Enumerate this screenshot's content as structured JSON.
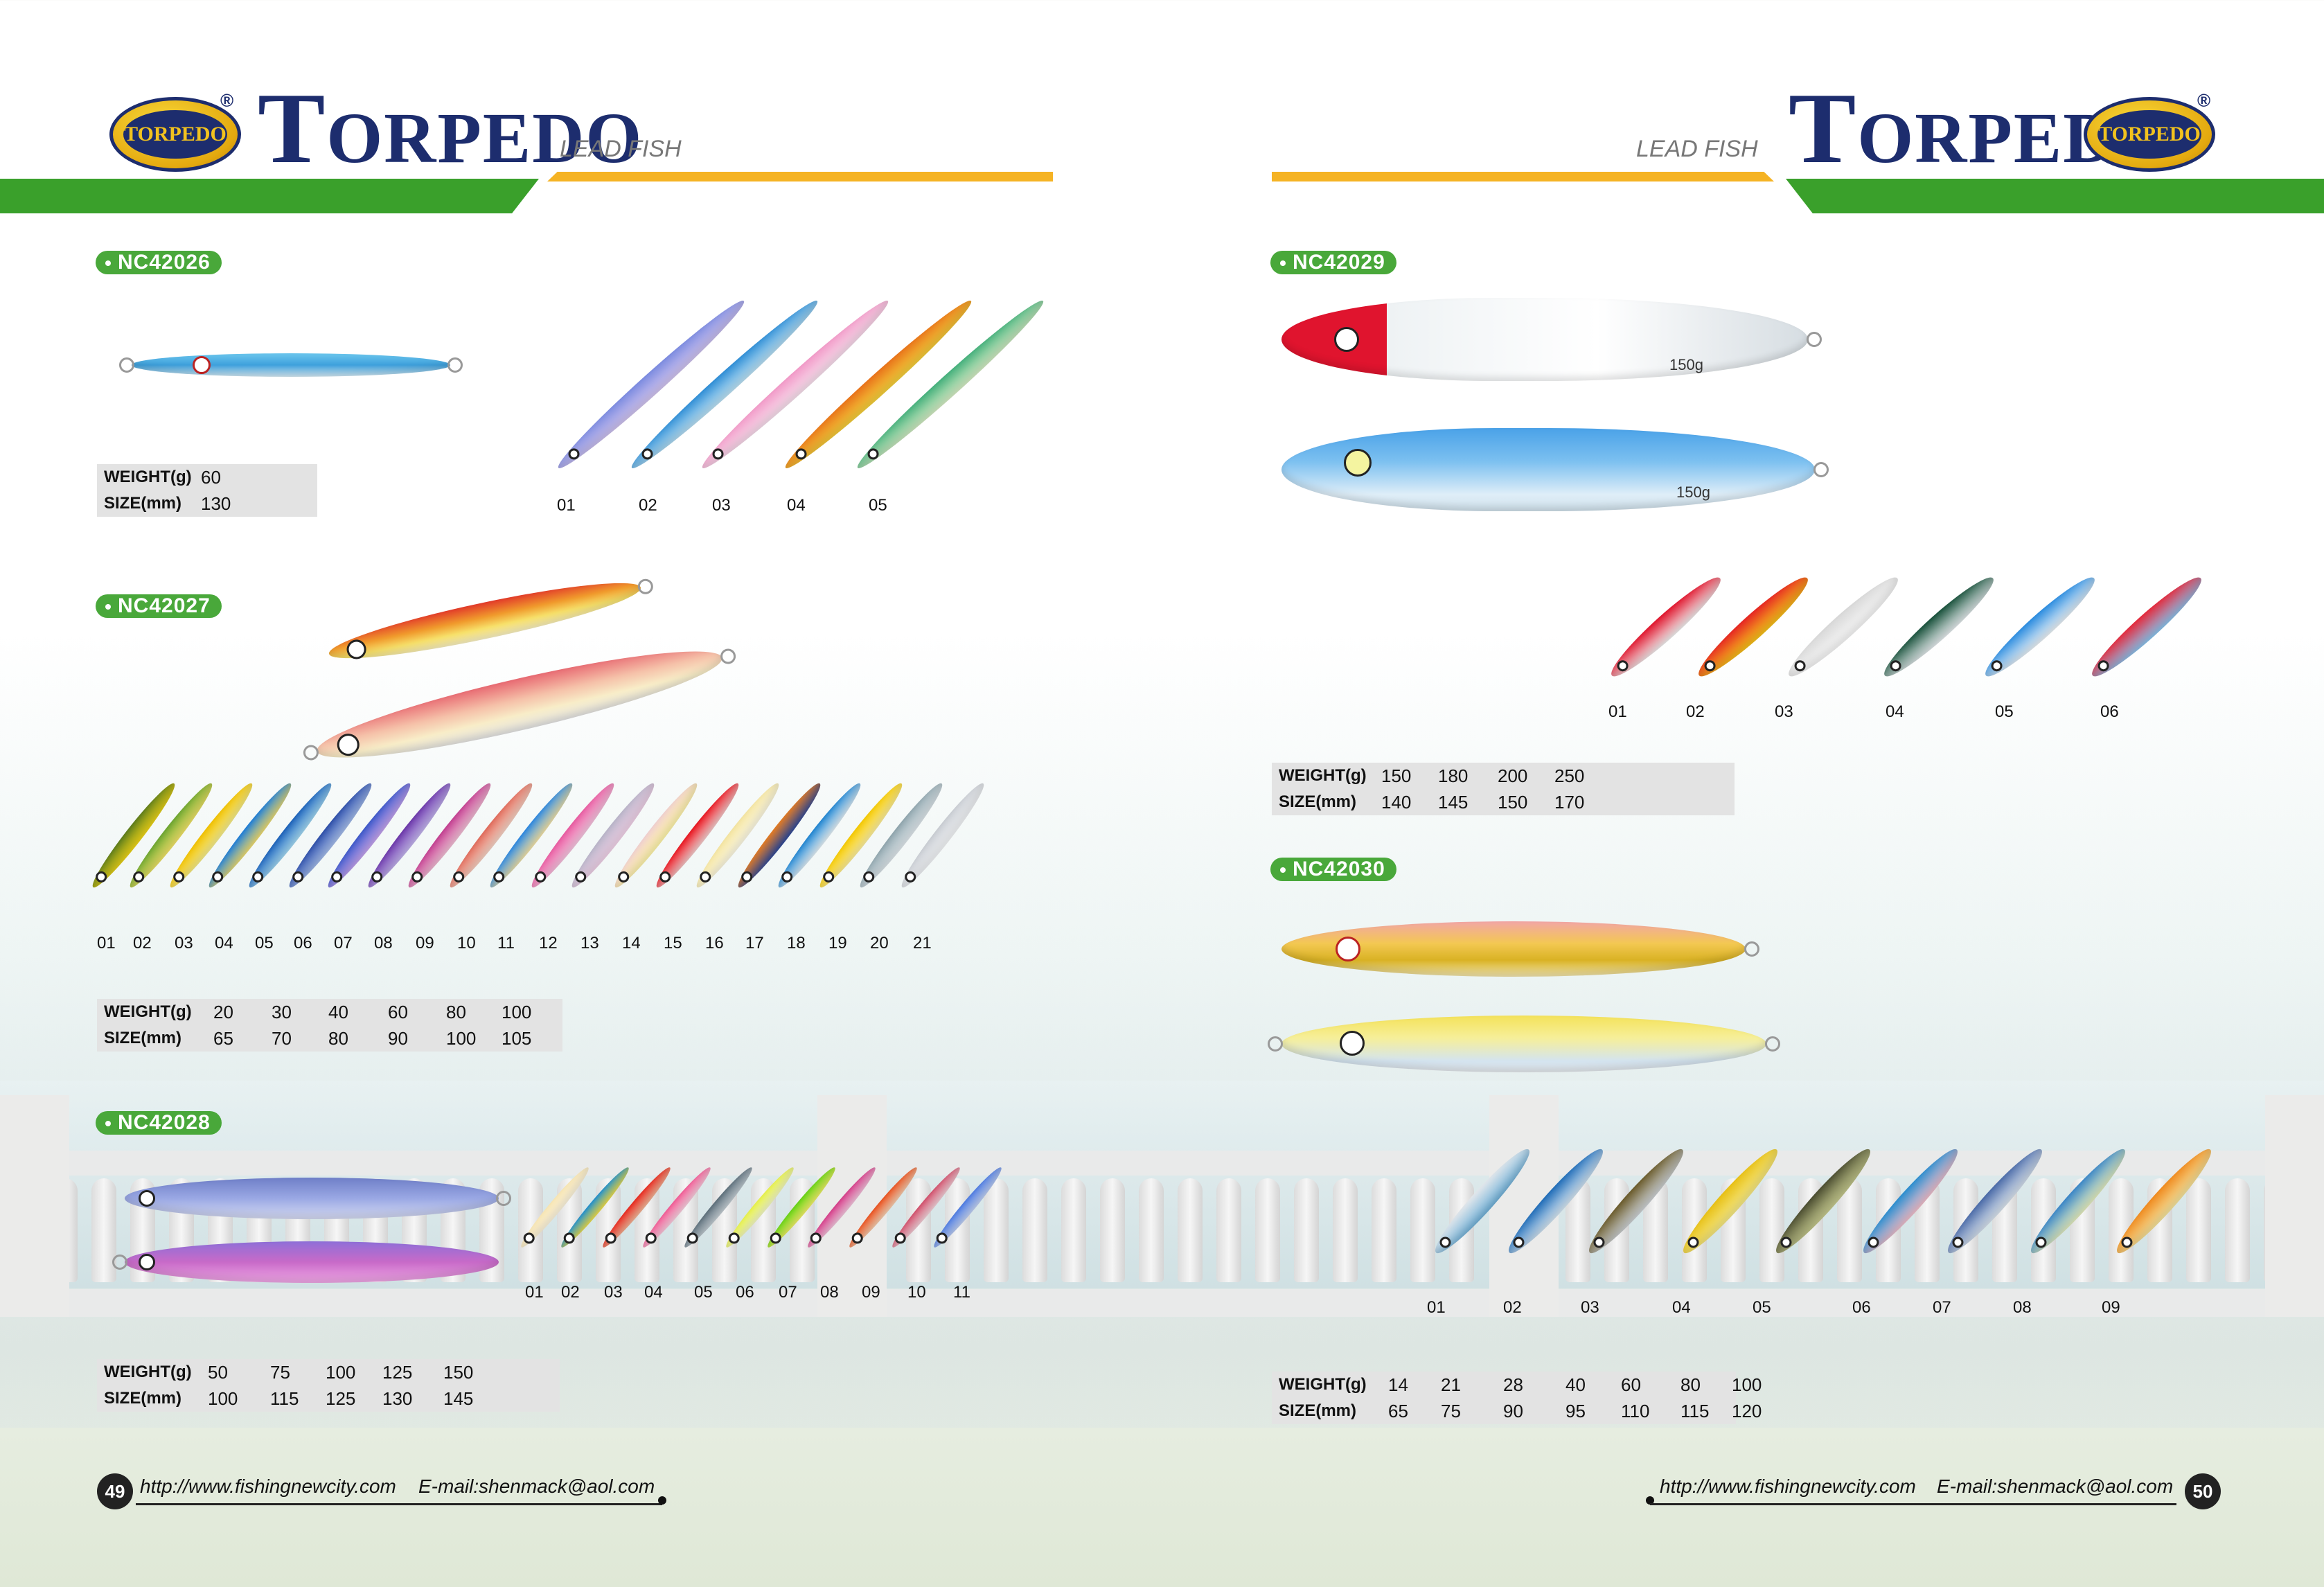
{
  "left_page": {
    "badge_text": "TORPEDO",
    "brand_first": "T",
    "brand_rest": "ORPEDO",
    "subtitle": "LEAD FISH",
    "page_number": "49",
    "website": "http://www.fishingnewcity.com",
    "email": "E-mail:shenmack@aol.com"
  },
  "right_page": {
    "badge_text": "TORPEDO",
    "brand_first": "T",
    "brand_rest": "ORPEDO",
    "subtitle": "LEAD FISH",
    "page_number": "50",
    "website": "http://www.fishingnewcity.com",
    "email": "E-mail:shenmack@aol.com"
  },
  "registered_mark": "®",
  "weight_label": "WEIGHT(g)",
  "size_label": "SIZE(mm)",
  "lure_weight_mark": "150g",
  "products": {
    "nc42026": {
      "code": "NC42026",
      "variants": [
        "01",
        "02",
        "03",
        "04",
        "05"
      ],
      "weights": [
        "60"
      ],
      "sizes": [
        "130"
      ]
    },
    "nc42027": {
      "code": "NC42027",
      "variants": [
        "01",
        "02",
        "03",
        "04",
        "05",
        "06",
        "07",
        "08",
        "09",
        "10",
        "11",
        "12",
        "13",
        "14",
        "15",
        "16",
        "17",
        "18",
        "19",
        "20",
        "21"
      ],
      "weights": [
        "20",
        "30",
        "40",
        "60",
        "80",
        "100"
      ],
      "sizes": [
        "65",
        "70",
        "80",
        "90",
        "100",
        "105"
      ]
    },
    "nc42028": {
      "code": "NC42028",
      "variants": [
        "01",
        "02",
        "03",
        "04",
        "05",
        "06",
        "07",
        "08",
        "09",
        "10",
        "11"
      ],
      "weights": [
        "50",
        "75",
        "100",
        "125",
        "150"
      ],
      "sizes": [
        "100",
        "115",
        "125",
        "130",
        "145"
      ]
    },
    "nc42029": {
      "code": "NC42029",
      "variants": [
        "01",
        "02",
        "03",
        "04",
        "05",
        "06"
      ],
      "weights": [
        "150",
        "180",
        "200",
        "250"
      ],
      "sizes": [
        "140",
        "145",
        "150",
        "170"
      ]
    },
    "nc42030": {
      "code": "NC42030",
      "variants": [
        "01",
        "02",
        "03",
        "04",
        "05",
        "06",
        "07",
        "08",
        "09"
      ],
      "weights": [
        "14",
        "21",
        "28",
        "40",
        "60",
        "80",
        "100"
      ],
      "sizes": [
        "65",
        "75",
        "90",
        "95",
        "110",
        "115",
        "120"
      ]
    }
  },
  "colors": {
    "brand_navy": "#1d2d6e",
    "tag_green": "#49a83a",
    "bar_green": "#3aa02b",
    "bar_yellow": "#f5b324"
  }
}
